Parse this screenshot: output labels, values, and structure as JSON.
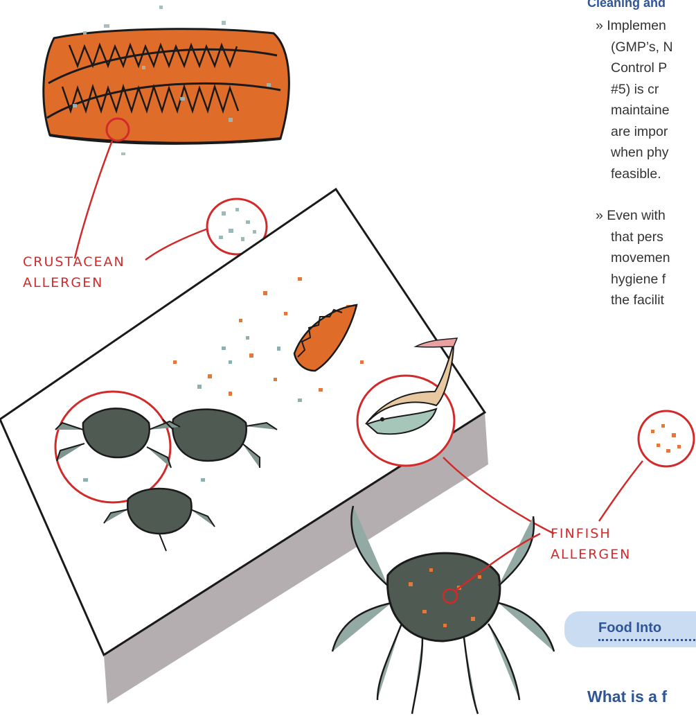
{
  "section_heading": "Cleaning and",
  "bullet_1_lines": [
    "» Implemen",
    "(GMP’s, N",
    "Control P",
    "#5) is cr",
    "maintaine",
    "are impor",
    "when phy",
    "feasible."
  ],
  "bullet_2_lines": [
    "» Even with",
    "that pers",
    "movemen",
    "hygiene f",
    "the facilit"
  ],
  "labels": {
    "crustacean_line1": "CRUSTACEAN",
    "crustacean_line2": "ALLERGEN",
    "finfish_line1": "FINFISH",
    "finfish_line2": "ALLERGEN"
  },
  "tab_title": "Food Into",
  "question_heading": "What is a f",
  "colors": {
    "heading_blue": "#2f5597",
    "tab_bg": "#c9dcf1",
    "annotation_red": "#d22a2a",
    "salmon_orange": "#e06c2a",
    "crab_green": "#4f5b52",
    "counter_gray": "#b5aeb0"
  }
}
